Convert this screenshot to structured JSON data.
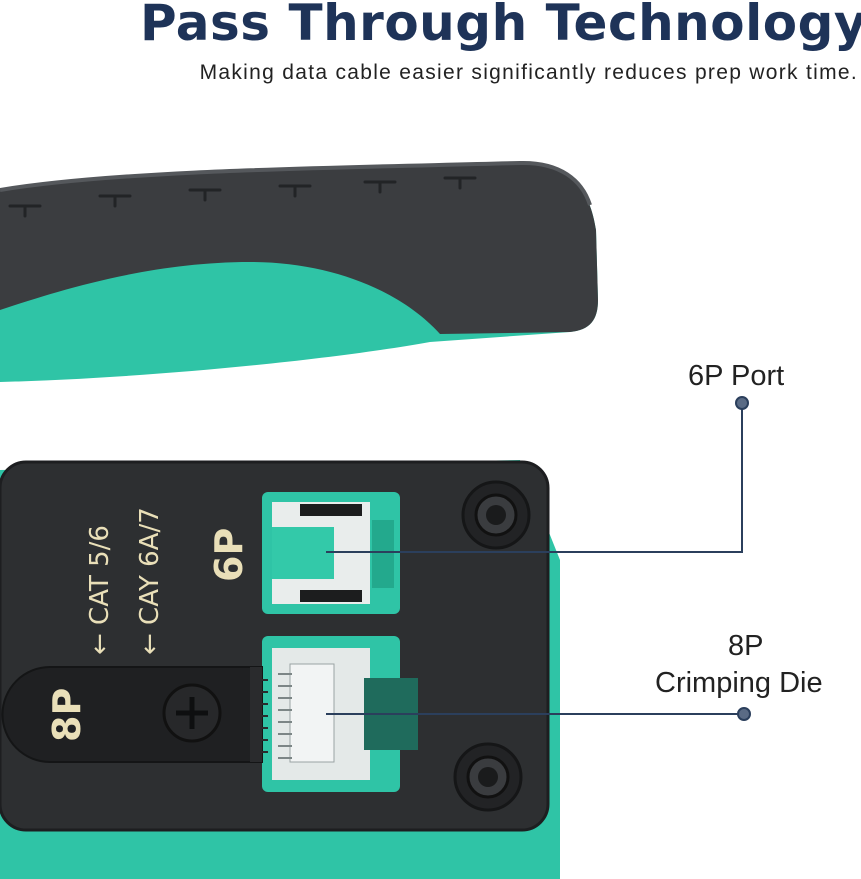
{
  "header": {
    "title": "Pass Through Technology",
    "subtitle": "Making data cable easier significantly reduces prep work time."
  },
  "tool": {
    "cable_text_1": "← CAT 5/6",
    "cable_text_2": "← CAY 6A/7",
    "port_6p_marking": "6P",
    "die_8p_marking": "8P"
  },
  "callouts": {
    "port_6p": "6P Port",
    "die_8p_line1": "8P",
    "die_8p_line2": "Crimping Die"
  },
  "colors": {
    "title": "#1e3358",
    "handle_dark": "#3b3d40",
    "handle_teal": "#2fc4a6",
    "plate": "#2d2f31",
    "marking": "#e9dfb8",
    "leader": "#2b3f5c"
  }
}
